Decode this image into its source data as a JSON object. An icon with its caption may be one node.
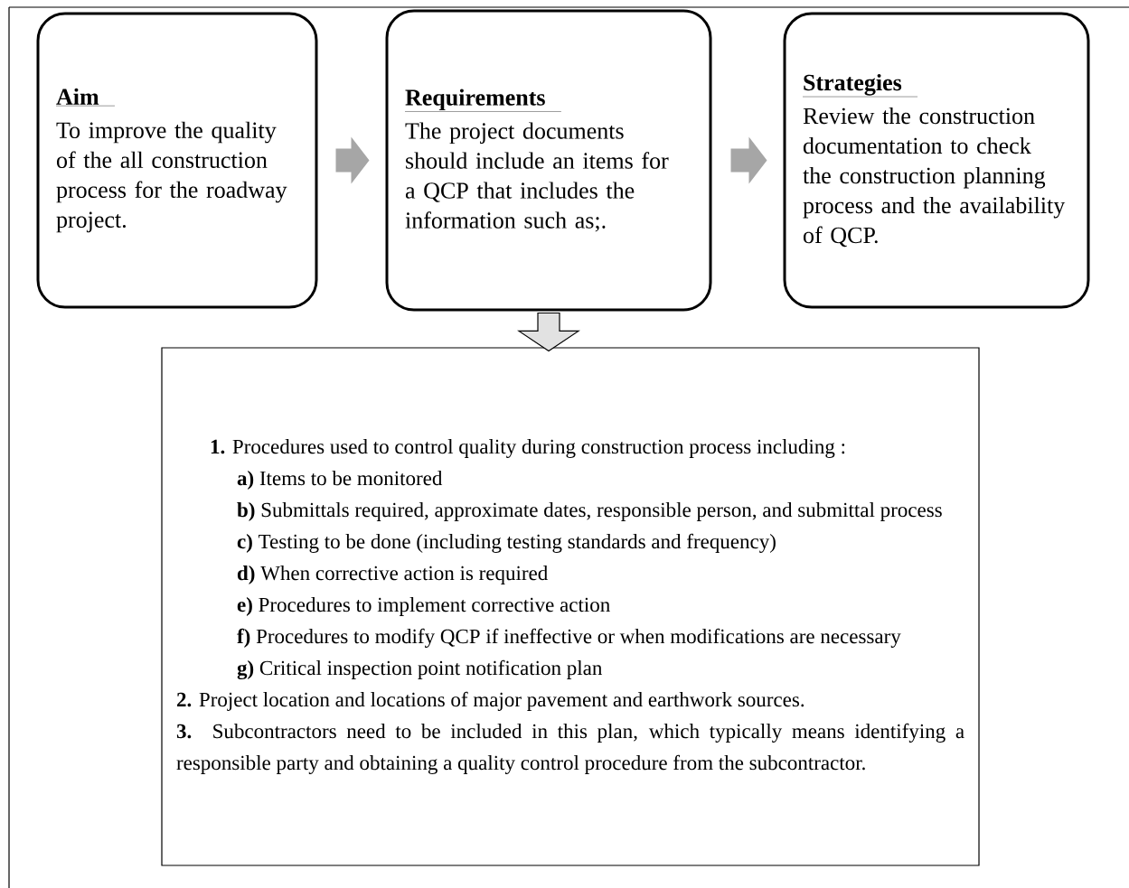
{
  "diagram": {
    "nodes": [
      {
        "text": [
          "Aim",
          "To improve the quality of the all construction process for the roadway project."
        ]
      },
      {
        "text": [
          "Requirements",
          "The project documents should include an items for a QCP that includes the information such as;."
        ]
      },
      {
        "text": [
          "Strategies",
          "Review the construction documentation to check the construction planning process and the availability of QCP."
        ]
      },
      {
        "text": [
          "**1.** Procedures used to control quality during construction process including :",
          "**a)** Items to be monitored",
          "**b)** Submittals required, approximate dates, responsible person, and submittal process",
          "**c)** Testing to be done (including testing standards and frequency)",
          "**d)** When corrective action is required",
          "**e)** Procedures to implement corrective action",
          "**f)** Procedures to modify QCP if ineffective or when modifications are necessary",
          "**g)** Critical inspection point notification plan",
          "**2.** Project location and locations of major pavement and earthwork sources.",
          "**3.** Subcontractors need to be included in this plan, which typically means identifying a responsible party and obtaining a quality control procedure from the subcontractor."
        ]
      }
    ],
    "edges": [
      {
        "from": 0,
        "to": 1,
        "arrow": "to"
      },
      {
        "from": 1,
        "to": 2,
        "arrow": "to"
      },
      {
        "from": 1,
        "to": 3,
        "arrow": "to",
        "color": "#e2e2e2"
      }
    ]
  }
}
